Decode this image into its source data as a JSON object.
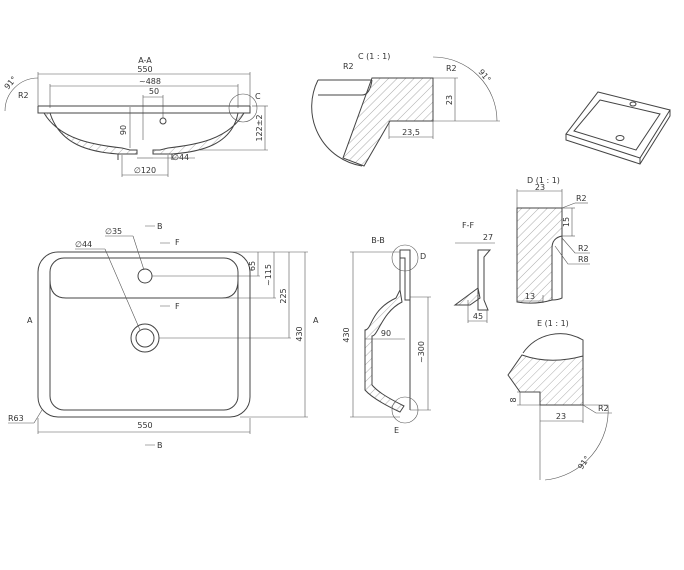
{
  "section_aa": {
    "title": "A-A",
    "width": "550",
    "inner": "~488",
    "offset": "50",
    "depth": "90",
    "height": "122±2",
    "drain_inner": "∅44",
    "drain_outer": "∅120",
    "radius": "R2",
    "angle": "91°",
    "detail_ref": "C"
  },
  "detail_c": {
    "title": "C (1 : 1)",
    "r_left": "R2",
    "r_right": "R2",
    "height": "23",
    "width": "23,5",
    "angle": "91°"
  },
  "plan": {
    "tap_hole": "∅35",
    "drain": "∅44",
    "dim_65": "65",
    "dim_115": "~115",
    "dim_225": "225",
    "dim_430": "430",
    "dim_550": "550",
    "radius": "R63",
    "section_a": "A",
    "section_b": "B",
    "section_f": "F"
  },
  "section_bb": {
    "title": "B-B",
    "height": "430",
    "depth": "~300",
    "offset": "90",
    "detail_d": "D",
    "detail_e": "E"
  },
  "section_ff": {
    "title": "F-F",
    "top": "27",
    "bottom": "45"
  },
  "detail_d": {
    "title": "D (1 : 1)",
    "width": "23",
    "r2_top": "R2",
    "height": "15",
    "r2": "R2",
    "r8": "R8",
    "bottom": "13"
  },
  "detail_e": {
    "title": "E (1 : 1)",
    "height": "8",
    "width": "23",
    "radius": "R2",
    "angle": "91°"
  }
}
